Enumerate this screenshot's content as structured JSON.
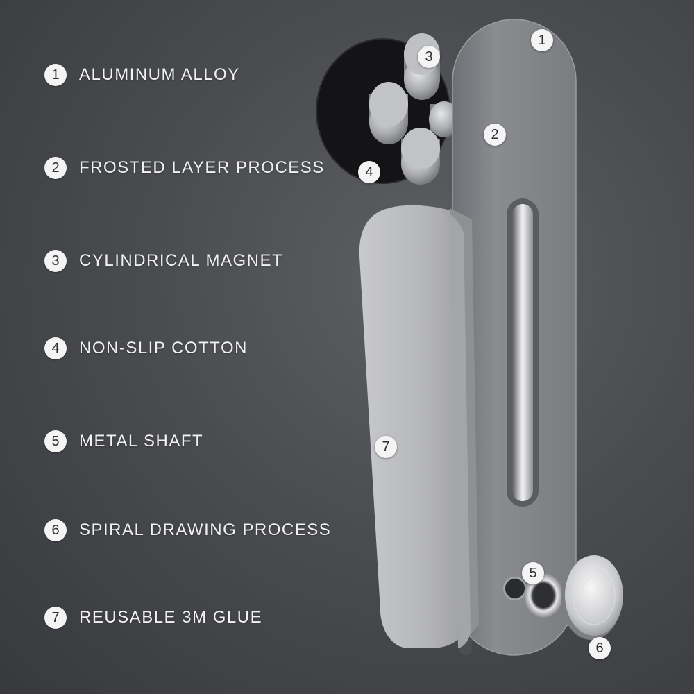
{
  "features": [
    {
      "number": "1",
      "label": "ALUMINUM ALLOY"
    },
    {
      "number": "2",
      "label": "FROSTED LAYER PROCESS"
    },
    {
      "number": "3",
      "label": "CYLINDRICAL MAGNET"
    },
    {
      "number": "4",
      "label": "NON-SLIP COTTON"
    },
    {
      "number": "5",
      "label": "METAL SHAFT"
    },
    {
      "number": "6",
      "label": "SPIRAL DRAWING PROCESS"
    },
    {
      "number": "7",
      "label": "REUSABLE 3M GLUE"
    }
  ],
  "callouts": [
    "1",
    "2",
    "3",
    "4",
    "5",
    "6",
    "7"
  ]
}
